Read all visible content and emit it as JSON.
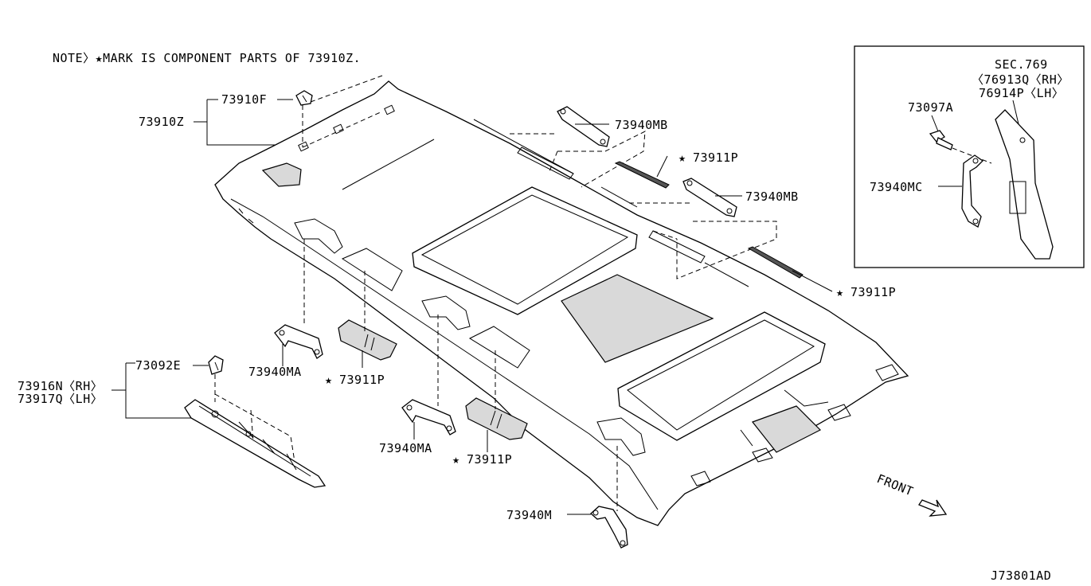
{
  "note": "NOTE〉★MARK IS COMPONENT PARTS OF 73910Z.",
  "diagram_code": "J73801AD",
  "front_label": "FRONT",
  "star": "★",
  "callouts": {
    "p73910F": "73910F",
    "p73910Z": "73910Z",
    "p73940MB_top": "73940MB",
    "p73911P_upper": "73911P",
    "p73940MB_mid": "73940MB",
    "p73911P_right": "73911P",
    "p73940MA_left": "73940MA",
    "p73911P_left": "73911P",
    "p73092E": "73092E",
    "p73916N": "73916N〈RH〉",
    "p73917Q": "73917Q〈LH〉",
    "p73940MA_mid": "73940MA",
    "p73911P_mid": "73911P",
    "p73940M": "73940M"
  },
  "inset": {
    "sec": "SEC.769",
    "ref_rh": "〈76913Q〈RH〉",
    "ref_lh": "76914P〈LH〉",
    "p73097A": "73097A",
    "p73940MC": "73940MC"
  }
}
